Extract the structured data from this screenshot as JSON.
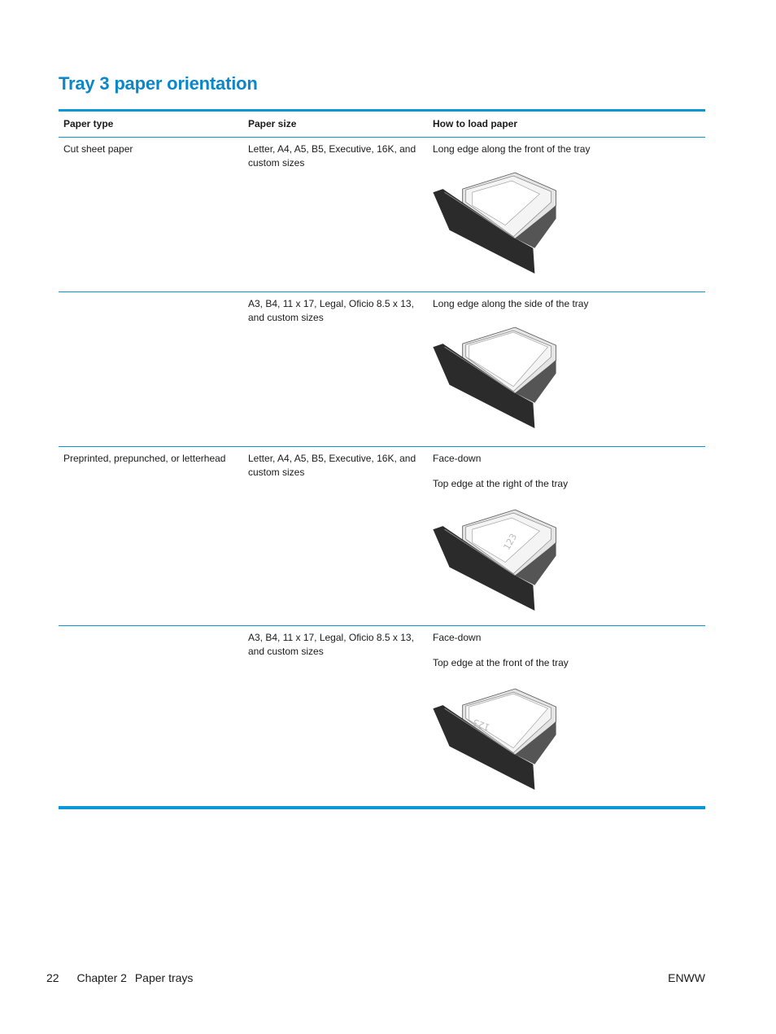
{
  "title": "Tray 3 paper orientation",
  "table": {
    "headers": [
      "Paper type",
      "Paper size",
      "How to load paper"
    ],
    "rows": [
      {
        "paper_type": "Cut sheet paper",
        "paper_size": "Letter, A4, A5, B5, Executive, 16K, and custom sizes",
        "how_line1": "Long edge along the front of the tray",
        "how_line2": "",
        "image_icon": "tray-long-edge-front"
      },
      {
        "paper_type": "",
        "paper_size": "A3, B4, 11 x 17, Legal, Oficio 8.5 x 13, and custom sizes",
        "how_line1": "Long edge along the side of the tray",
        "how_line2": "",
        "image_icon": "tray-long-edge-side"
      },
      {
        "paper_type": "Preprinted, prepunched, or letterhead",
        "paper_size": "Letter, A4, A5, B5, Executive, 16K, and custom sizes",
        "how_line1": "Face-down",
        "how_line2": "Top edge at the right of the tray",
        "image_icon": "tray-face-down-top-right"
      },
      {
        "paper_type": "",
        "paper_size": "A3, B4, 11 x 17, Legal, Oficio 8.5 x 13, and custom sizes",
        "how_line1": "Face-down",
        "how_line2": "Top edge at the front of the tray",
        "image_icon": "tray-face-down-top-front"
      }
    ]
  },
  "footer": {
    "page_number": "22",
    "chapter": "Chapter 2",
    "section": "Paper trays",
    "right_label": "ENWW"
  },
  "colors": {
    "accent": "#0c86c8",
    "rule": "#0c96d6",
    "tray_dark": "#2b2b2b"
  }
}
